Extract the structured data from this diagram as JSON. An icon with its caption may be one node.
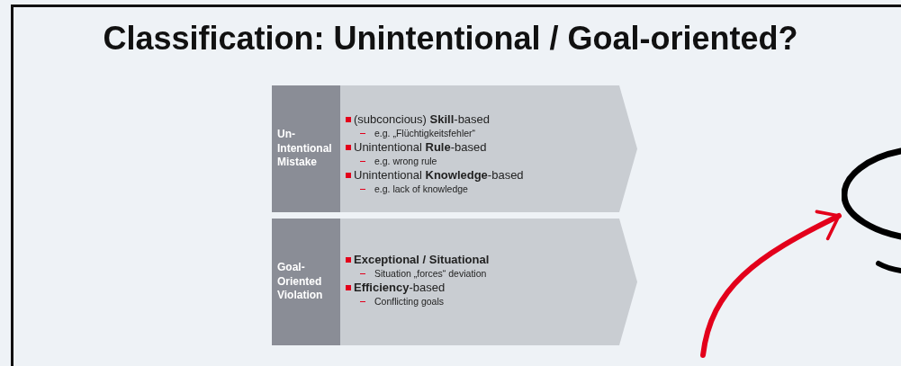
{
  "diagram": {
    "title": "Classification: Unintentional / Goal-oriented?",
    "nodes": [
      {
        "text": [
          "Un- Intentional Mistake",
          "(subconcious) **Skill**-based",
          "e.g. „Flüchtigkeitsfehler“",
          "Unintentional **Rule**-based",
          "e.g. wrong rule",
          "Unintentional **Knowledge**-based",
          "e.g. lack of knowledge"
        ]
      },
      {
        "text": [
          "Goal- Oriented Violation",
          "**Exceptional / Situational**",
          "Situation „forces“ deviation",
          "**Efficiency**-based",
          "Conflicting goals"
        ]
      },
      {
        "text": [],
        "shape": "circle"
      }
    ],
    "edges": [
      {
        "from": null,
        "to": 2,
        "arrow": "to",
        "color": "#e3001b"
      }
    ]
  }
}
